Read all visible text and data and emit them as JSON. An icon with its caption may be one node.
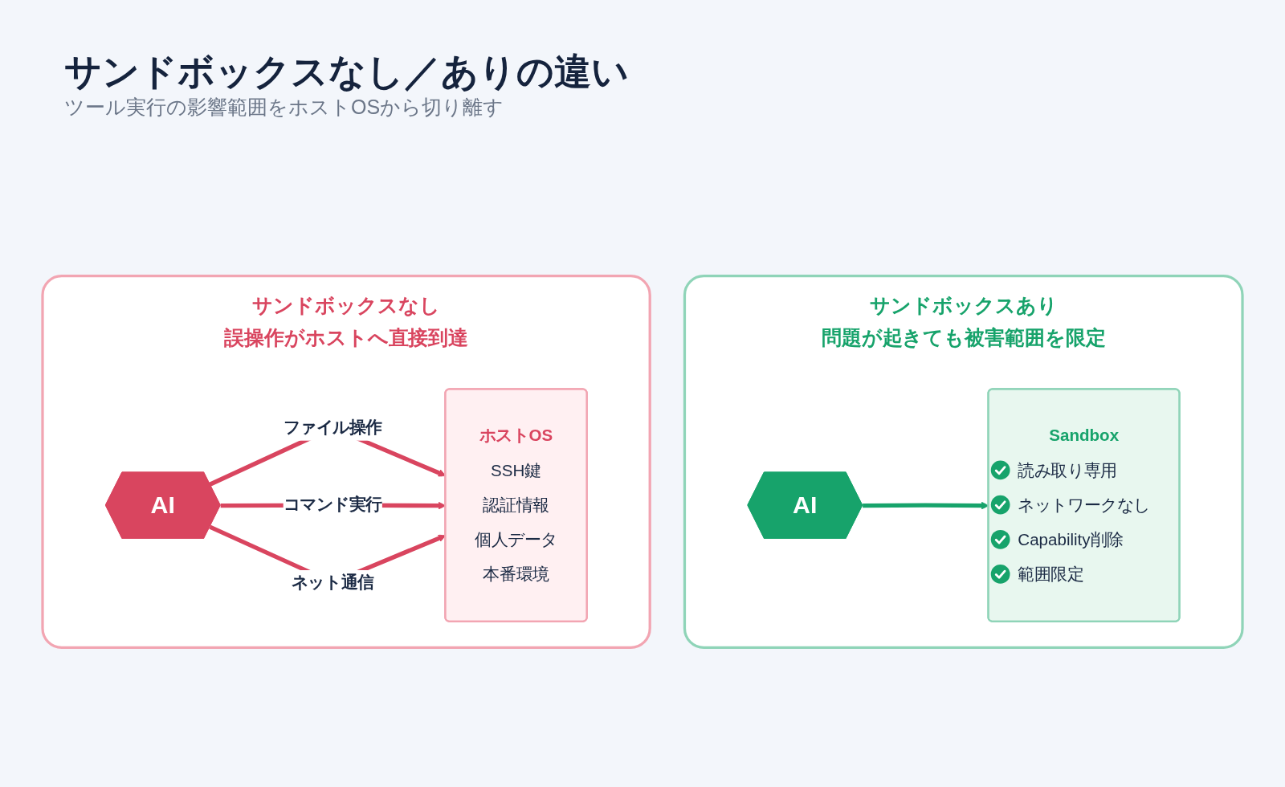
{
  "diagram": {
    "title": "サンドボックスなし／ありの違い",
    "nodes": [
      {
        "text": [
          "サンドボックスなし",
          "誤操作がホストへ直接到達"
        ]
      },
      {
        "text": [
          "AI"
        ],
        "in": 0
      },
      {
        "text": [
          "ホストOS",
          "SSH鍵",
          "認証情報",
          "個人データ",
          "本番環境"
        ],
        "in": 0
      },
      {
        "text": [
          "サンドボックスあり",
          "問題が起きても被害範囲を限定"
        ]
      },
      {
        "text": [
          "AI"
        ],
        "in": 3
      },
      {
        "text": [
          "Sandbox",
          "読み取り専用",
          "ネットワークなし",
          "Capability削除",
          "範囲限定"
        ],
        "in": 3
      }
    ],
    "edges": [
      {
        "from": 1,
        "to": 2,
        "arrow": "to",
        "label": "ファイル操作"
      },
      {
        "from": 1,
        "to": 2,
        "arrow": "to",
        "label": "コマンド実行"
      },
      {
        "from": 1,
        "to": 2,
        "arrow": "to",
        "label": "ネット通信"
      },
      {
        "from": 4,
        "to": 5,
        "arrow": "to",
        "color": "#17a36b"
      }
    ],
    "labels": [
      "ツール実行の影響範囲をホストOSから切り離す"
    ]
  }
}
